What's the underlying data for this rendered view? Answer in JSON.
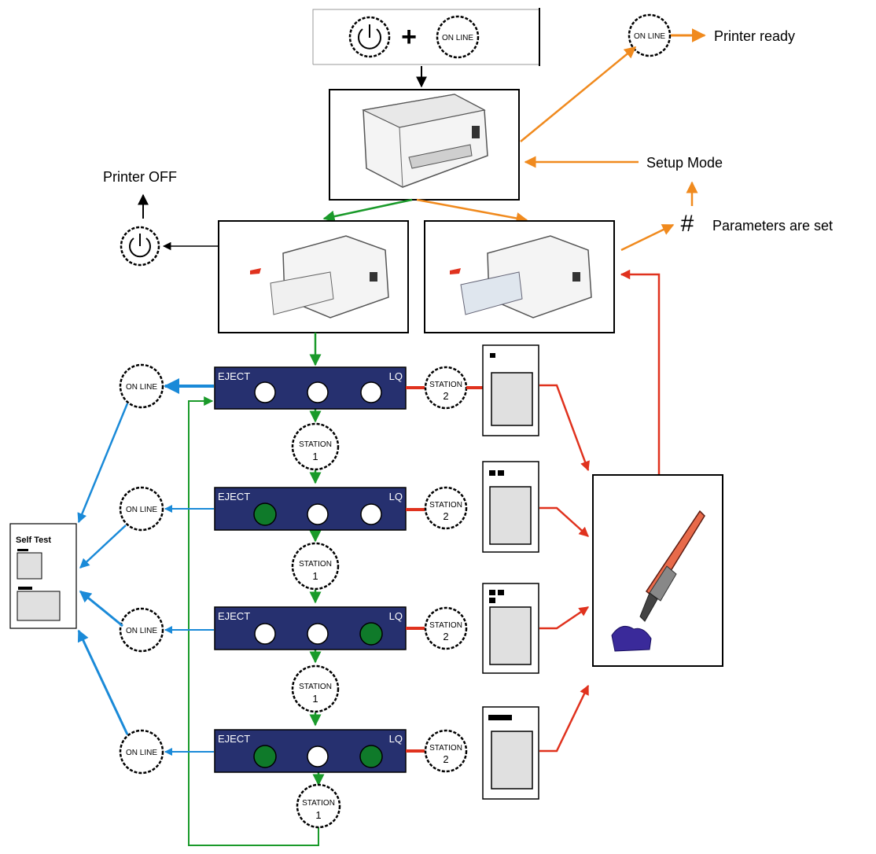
{
  "labels": {
    "printer_ready": "Printer ready",
    "setup_mode": "Setup Mode",
    "parameters_are_set": "Parameters are set",
    "printer_off": "Printer OFF",
    "hash": "#",
    "plus": "+",
    "self_test": "Self Test"
  },
  "buttons": {
    "online": "ON LINE",
    "station": "STATION",
    "station_1": "1",
    "station_2": "2"
  },
  "panels": [
    {
      "left_label": "EJECT",
      "right_label": "LQ",
      "lit": [
        false,
        false,
        false
      ]
    },
    {
      "left_label": "EJECT",
      "right_label": "LQ",
      "lit": [
        true,
        false,
        false
      ]
    },
    {
      "left_label": "EJECT",
      "right_label": "LQ",
      "lit": [
        false,
        false,
        true
      ]
    },
    {
      "left_label": "EJECT",
      "right_label": "LQ",
      "lit": [
        true,
        false,
        true
      ]
    }
  ],
  "colors": {
    "panel": "#26306f",
    "lit_led": "#0f7a2a",
    "green_arrow": "#1a9a2a",
    "orange_arrow": "#f08a1e",
    "red_arrow": "#e0321e",
    "blue_arrow": "#1a8ad8"
  }
}
